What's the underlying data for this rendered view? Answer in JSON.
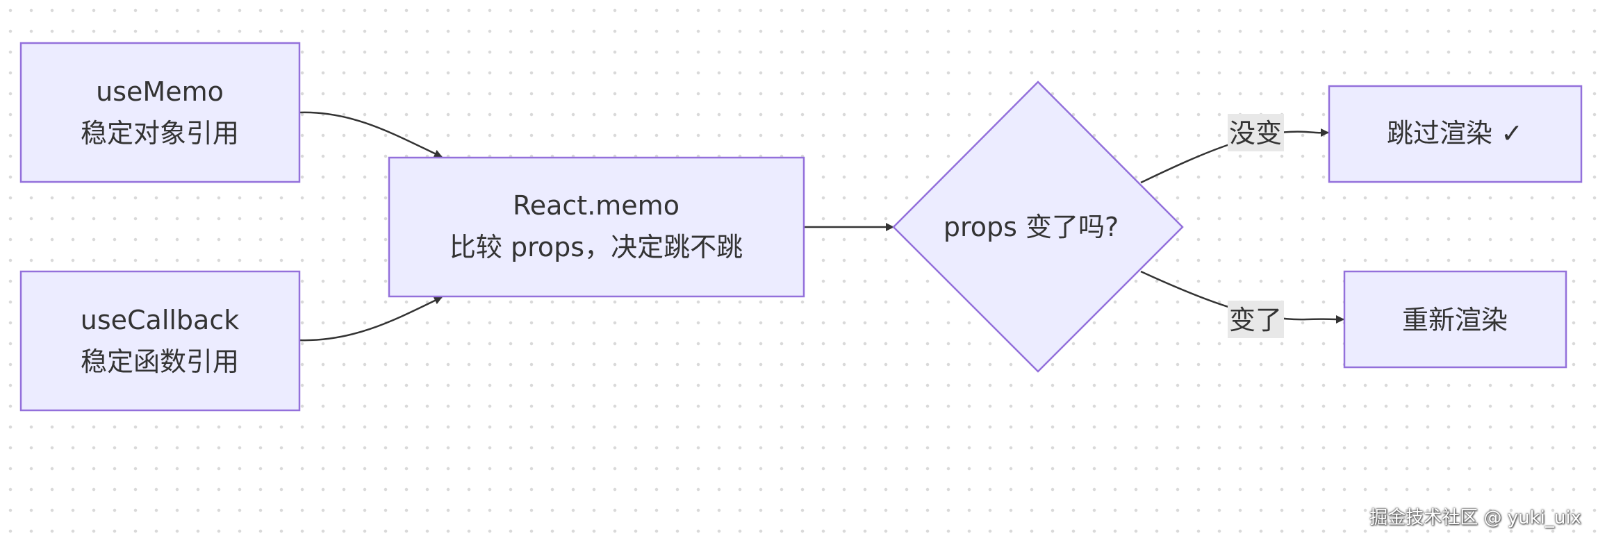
{
  "colors": {
    "node_fill": "#ececff",
    "node_stroke": "#9370db",
    "edge": "#333333",
    "text": "#333333",
    "edge_label_bg": "#e8e8e8"
  },
  "nodes": {
    "use_memo": {
      "line1": "useMemo",
      "line2": "稳定对象引用"
    },
    "use_callback": {
      "line1": "useCallback",
      "line2": "稳定函数引用"
    },
    "react_memo": {
      "line1": "React.memo",
      "line2": "比较 props，决定跳不跳"
    },
    "decision": {
      "label": "props 变了吗?"
    },
    "skip": {
      "label": "跳过渲染 ✓"
    },
    "rerender": {
      "label": "重新渲染"
    }
  },
  "edges": {
    "unchanged_label": "没变",
    "changed_label": "变了"
  },
  "watermark": "掘金技术社区 @ yuki_uix"
}
